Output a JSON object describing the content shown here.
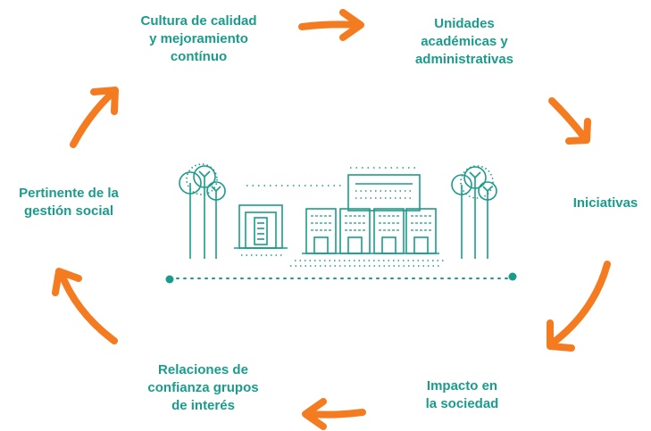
{
  "colors": {
    "teal": "#1a9c8b",
    "orange": "#f47b20",
    "background": "#ffffff"
  },
  "cycle": {
    "node_top_left": {
      "lines": [
        "Cultura de calidad",
        "y mejoramiento",
        "contínuo"
      ]
    },
    "node_top_right": {
      "lines": [
        "Unidades",
        "académicas y",
        "administrativas"
      ]
    },
    "node_right": {
      "lines": [
        "Iniciativas"
      ]
    },
    "node_bottom_right": {
      "lines": [
        "Impacto en",
        "la sociedad"
      ]
    },
    "node_bottom_left": {
      "lines": [
        "Relaciones de",
        "confianza grupos",
        "de interés"
      ]
    },
    "node_left": {
      "lines": [
        "Pertinente de la",
        "gestión social"
      ]
    }
  },
  "icons": [
    "arrow-right-icon",
    "arrow-down-right-icon",
    "arrow-down-left-icon",
    "arrow-left-icon",
    "arrow-up-left-icon",
    "arrow-up-right-icon",
    "campus-buildings-illustration"
  ]
}
